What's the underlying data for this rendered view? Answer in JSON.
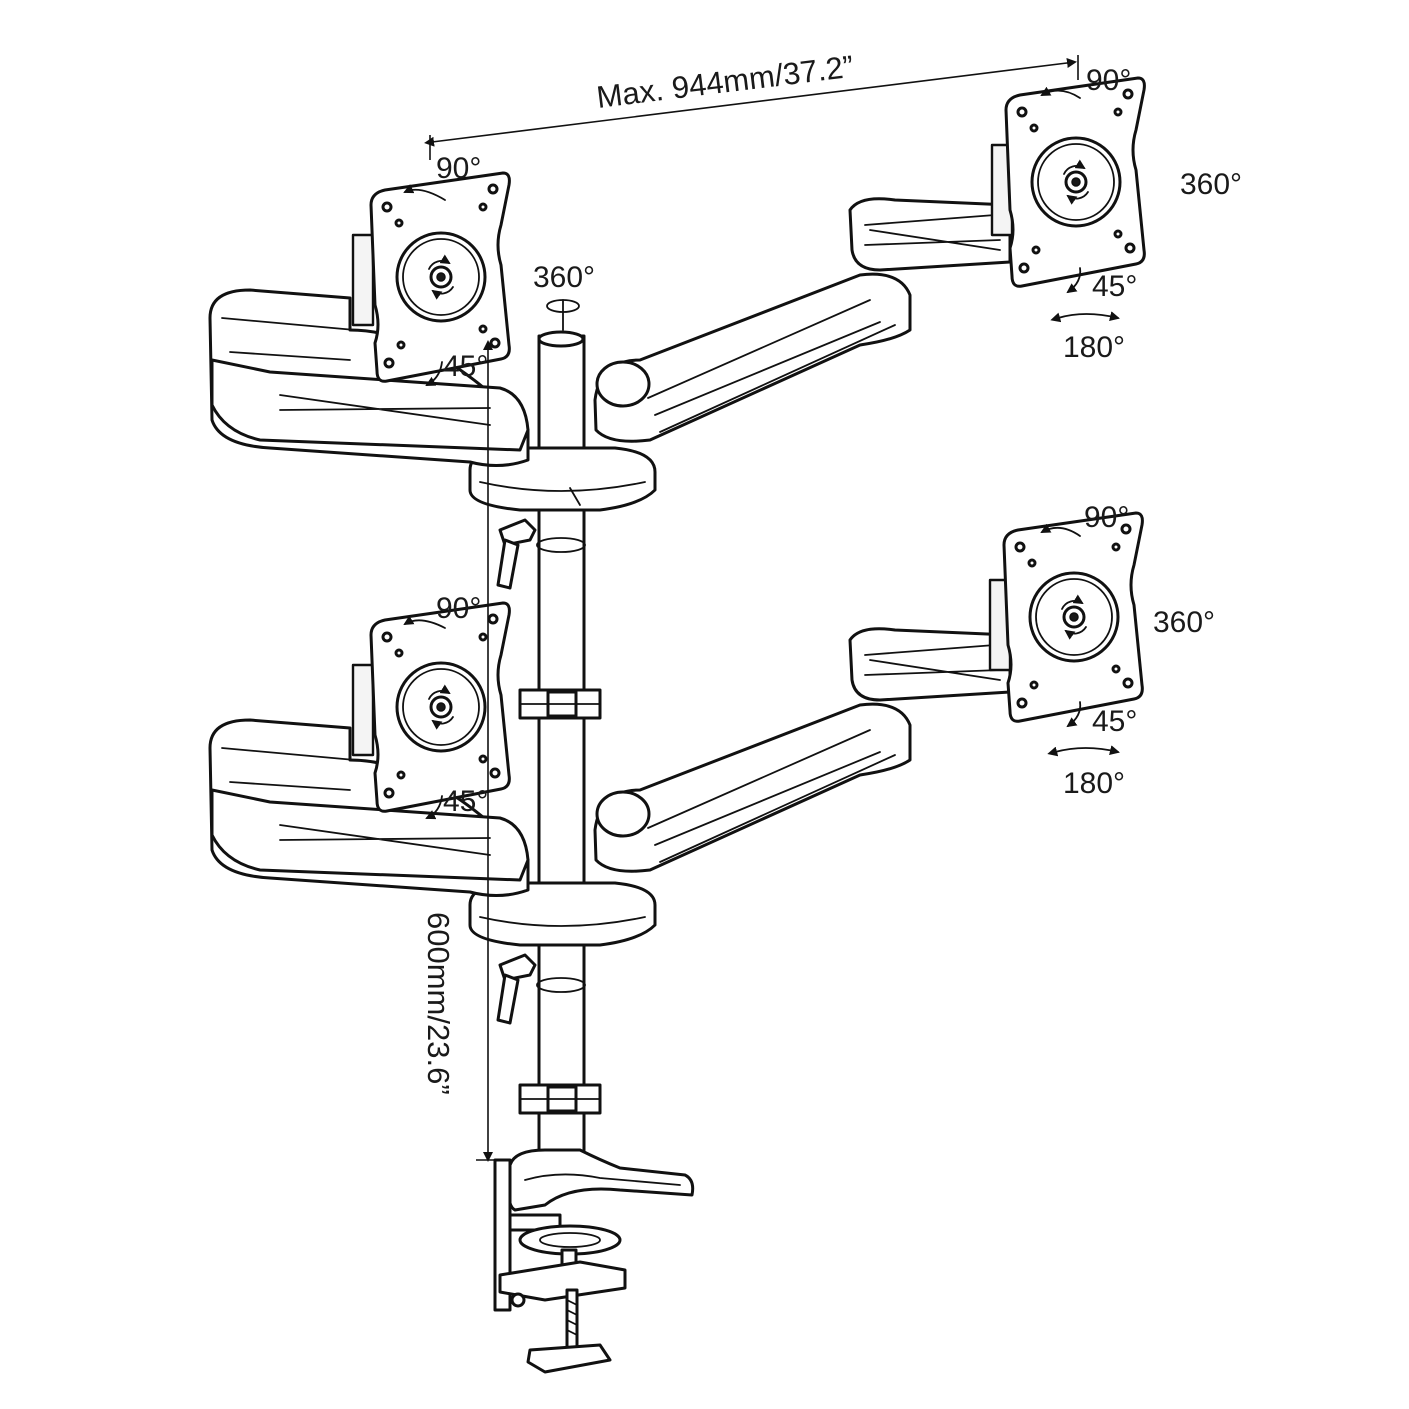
{
  "dimensions": {
    "max_width": "Max. 944mm/37.2”",
    "pole_height": "600mm/23.6”"
  },
  "pole": {
    "rotation": "360°"
  },
  "arms": [
    {
      "position": "top-left",
      "tilt": "90°",
      "swivel": "45°"
    },
    {
      "position": "top-right",
      "tilt": "90°",
      "rotation": "360°",
      "swivel": "45°",
      "pan": "180°"
    },
    {
      "position": "bottom-left",
      "tilt": "90°",
      "swivel": "45°"
    },
    {
      "position": "bottom-right",
      "tilt": "90°",
      "rotation": "360°",
      "swivel": "45°",
      "pan": "180°"
    }
  ],
  "colors": {
    "line": "#111111",
    "background": "#ffffff"
  }
}
